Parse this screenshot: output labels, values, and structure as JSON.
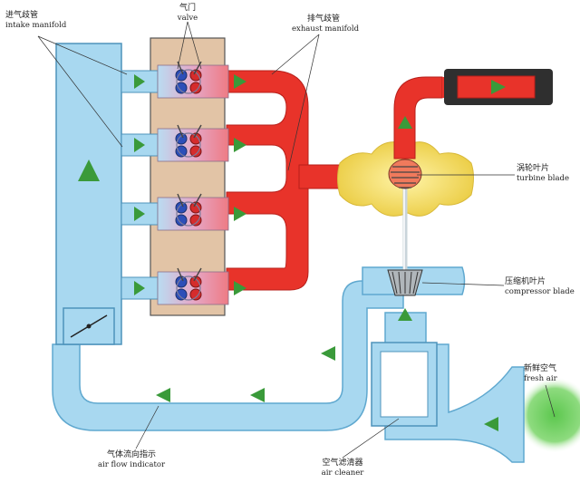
{
  "labels": {
    "intake_manifold": {
      "zh": "进气歧管",
      "en": "intake manifold"
    },
    "valve": {
      "zh": "气门",
      "en": "valve"
    },
    "exhaust_manifold": {
      "zh": "排气歧管",
      "en": "exhaust manifold"
    },
    "turbine_blade": {
      "zh": "涡轮叶片",
      "en": "turbine blade"
    },
    "compressor_blade": {
      "zh": "压缩机叶片",
      "en": "compressor blade"
    },
    "fresh_air": {
      "zh": "新鲜空气",
      "en": "fresh air"
    },
    "air_flow_indicator": {
      "zh": "气体流向指示",
      "en": "air flow indicator"
    },
    "air_cleaner": {
      "zh": "空气滤清器",
      "en": "air cleaner"
    }
  },
  "colors": {
    "cold_air": "#a8d8f0",
    "cold_air_dark": "#6fb6db",
    "hot_exhaust": "#e8332a",
    "mixed_pink": "#e9a6c0",
    "engine_block": "#e2c4a6",
    "turbo_housing": "#f3e07a",
    "fresh_air_cloud": "#6ccf5e",
    "muffler": "#2b2b2b",
    "flow_arrow": "#3a9a3a"
  }
}
